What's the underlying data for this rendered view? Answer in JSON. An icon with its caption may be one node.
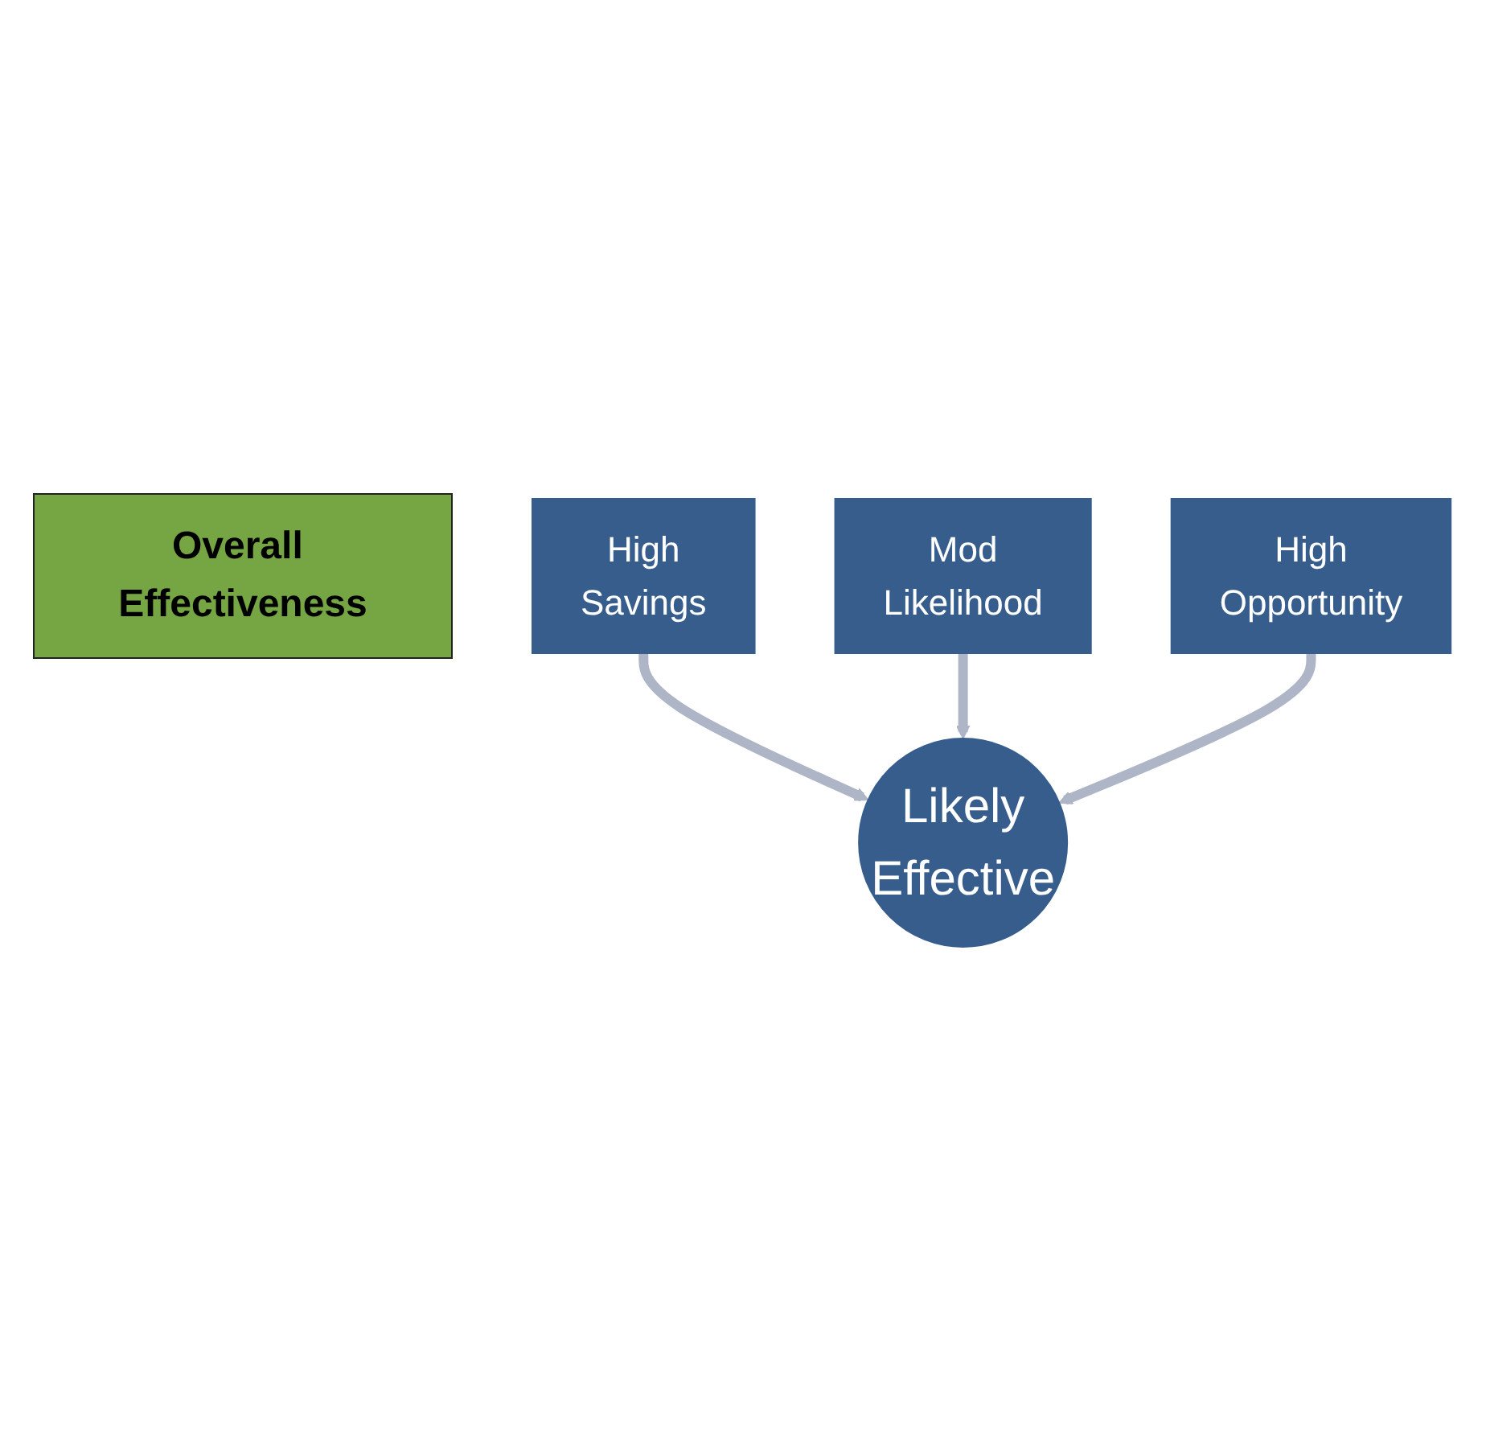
{
  "diagram": {
    "nodes": [
      {
        "text": [
          "Overall Effectiveness"
        ]
      },
      {
        "text": [
          "High",
          "Savings"
        ]
      },
      {
        "text": [
          "Mod",
          "Likelihood"
        ]
      },
      {
        "text": [
          "High",
          "Opportunity"
        ]
      },
      {
        "text": [
          "Likely",
          "Effective"
        ]
      }
    ],
    "edges": [
      {
        "from": 1,
        "to": 4,
        "arrow": "to"
      },
      {
        "from": 2,
        "to": 4,
        "arrow": "to"
      },
      {
        "from": 3,
        "to": 4,
        "arrow": "to"
      }
    ]
  }
}
